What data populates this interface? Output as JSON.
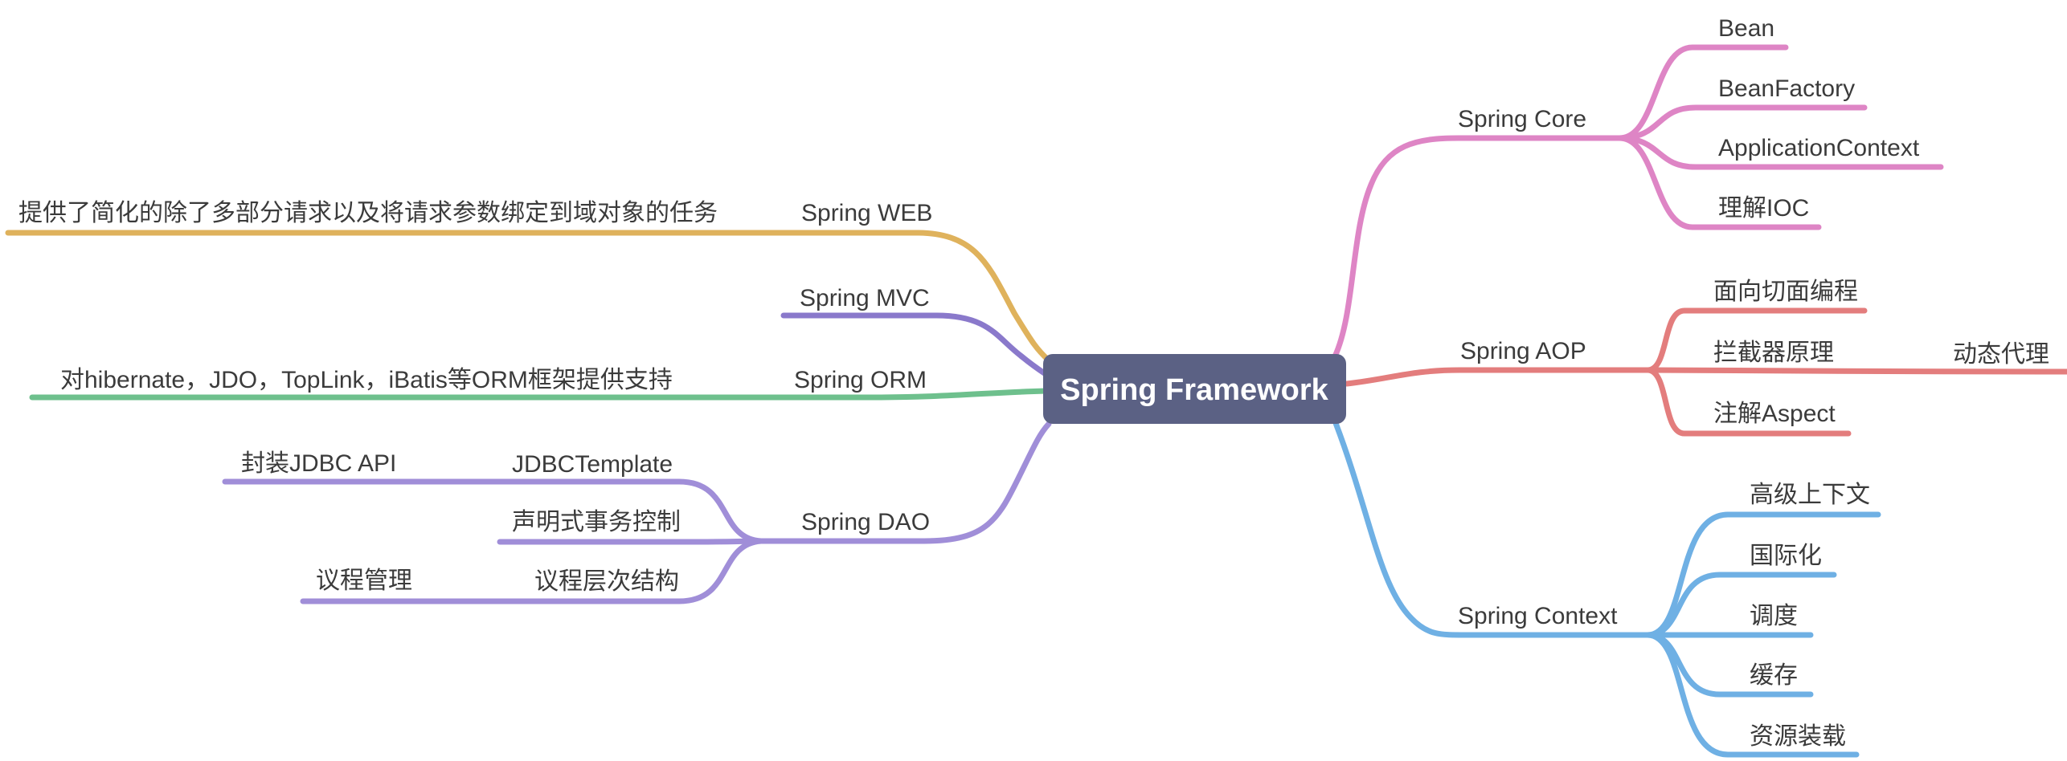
{
  "title": "Spring Framework mind map",
  "nodes": {
    "root": {
      "label": "Spring Framework"
    },
    "web": {
      "label": "Spring WEB",
      "note": "提供了简化的除了多部分请求以及将请求参数绑定到域对象的任务"
    },
    "mvc": {
      "label": "Spring MVC"
    },
    "orm": {
      "label": "Spring ORM",
      "note": "对hibernate，JDO，TopLink，iBatis等ORM框架提供支持"
    },
    "dao": {
      "label": "Spring DAO",
      "children": [
        "JDBCTemplate",
        "声明式事务控制",
        "议程层次结构"
      ],
      "jdbc_note": "封装JDBC API",
      "agenda_note": "议程管理"
    },
    "core": {
      "label": "Spring Core",
      "children": [
        "Bean",
        "BeanFactory",
        "ApplicationContext",
        "理解IOC"
      ]
    },
    "aop": {
      "label": "Spring AOP",
      "children": [
        "面向切面编程",
        "拦截器原理",
        "注解Aspect"
      ],
      "interceptor_child": "动态代理"
    },
    "context": {
      "label": "Spring Context",
      "children": [
        "高级上下文",
        "国际化",
        "调度",
        "缓存",
        "资源装载"
      ]
    }
  },
  "colors": {
    "background": "#ffffff",
    "root_fill": "#5b6184",
    "root_text": "#ffffff",
    "topic_text": "#3b3b3b",
    "web": "#dfb25c",
    "mvc": "#8a79cb",
    "orm": "#6ec08d",
    "dao": "#a08ed8",
    "core": "#de85c5",
    "aop": "#e37d7d",
    "context": "#6fb0e4"
  }
}
